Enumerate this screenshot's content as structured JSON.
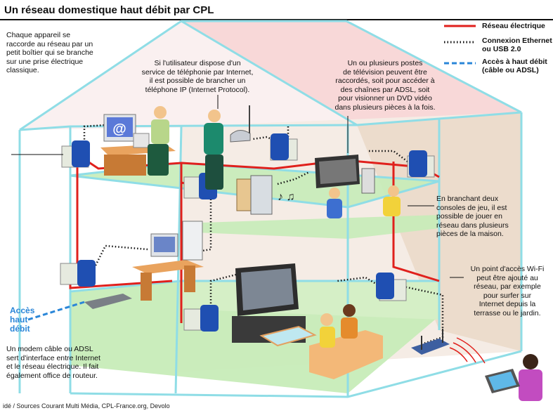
{
  "title": "Un réseau domestique haut débit par CPL",
  "legend": {
    "electric": "Réseau électrique",
    "ethernet_line1": "Connexion Ethernet",
    "ethernet_line2": "ou USB 2.0",
    "broadband_line1": "Accès à haut débit",
    "broadband_line2": "(câble ou ADSL)"
  },
  "colors": {
    "electric": "#e0201c",
    "ethernet": "#111111",
    "broadband": "#2a86d8",
    "wall": "#9fe2ea",
    "floor": "#b9eab0",
    "roof": "#f7d6d6"
  },
  "notes": {
    "adapter_line1": "Chaque appareil se",
    "adapter_line2": "raccorde au réseau par un",
    "adapter_line3": "petit boîtier qui se branche",
    "adapter_line4": "sur une prise électrique",
    "adapter_line5": "classique.",
    "phone_line1": "Si l'utilisateur dispose d'un",
    "phone_line2": "service de téléphonie par Internet,",
    "phone_line3": "il est possible de brancher un",
    "phone_line4": "téléphone IP (Internet Protocol).",
    "tv_line1": "Un ou plusieurs postes",
    "tv_line2": "de télévision peuvent être",
    "tv_line3": "raccordés, soit pour accéder à",
    "tv_line4": "des chaînes par ADSL, soit",
    "tv_line5": "pour visionner un DVD vidéo",
    "tv_line6": "dans plusieurs pièces à la fois.",
    "games_line1": "En branchant deux",
    "games_line2": "consoles de jeu, il est",
    "games_line3": "possible de jouer en",
    "games_line4": "réseau dans plusieurs",
    "games_line5": "pièces de la maison.",
    "wifi_line1": "Un point d'accès Wi-Fi",
    "wifi_line2": "peut être ajouté au",
    "wifi_line3": "réseau, par exemple",
    "wifi_line4": "pour surfer sur",
    "wifi_line5": "Internet depuis la",
    "wifi_line6": "terrasse ou le jardin.",
    "modem_line1": "Un modem câble ou ADSL",
    "modem_line2": "sert d'interface entre Internet",
    "modem_line3": "et le réseau électrique. Il fait",
    "modem_line4": "également office de routeur."
  },
  "access_label": {
    "line1": "Accès",
    "line2": "haut",
    "line3": "débit"
  },
  "email_symbol": "@",
  "sources": "idé / Sources  Courant Multi Média, CPL-France.org, Devolo"
}
